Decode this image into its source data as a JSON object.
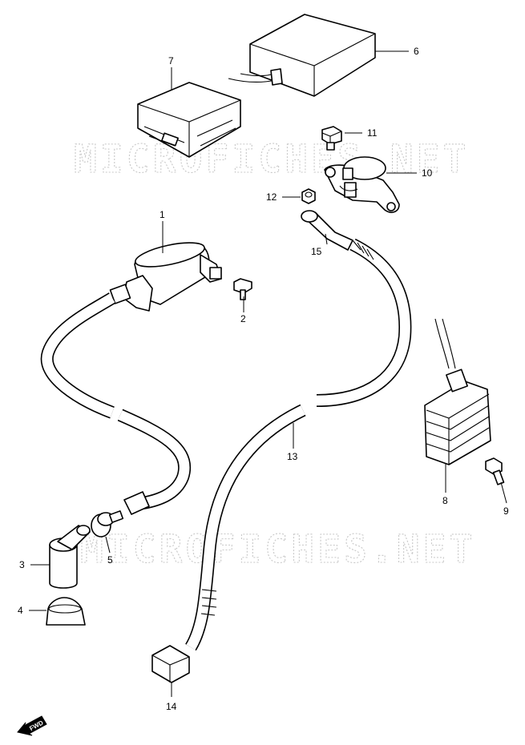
{
  "watermark": {
    "upper": "MICROFICHES.NET",
    "lower": "MICROFICHES.NET"
  },
  "callouts": {
    "c1": "1",
    "c2": "2",
    "c3": "3",
    "c4": "4",
    "c5": "5",
    "c6": "6",
    "c7": "7",
    "c8": "8",
    "c9": "9",
    "c10": "10",
    "c11": "11",
    "c12": "12",
    "c13": "13",
    "c14": "14",
    "c15": "15"
  },
  "fwd_badge": "FWD"
}
